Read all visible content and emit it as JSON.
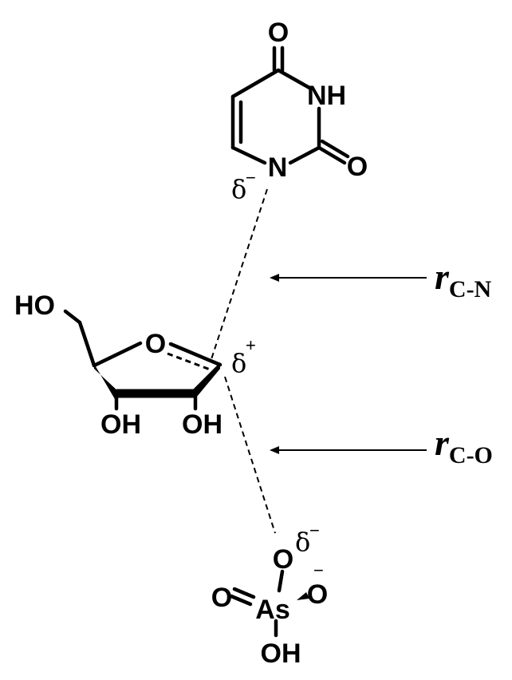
{
  "uracil": {
    "atoms": {
      "o4": "O",
      "nh": "NH",
      "o2": "O",
      "n1": "N"
    },
    "n1_charge": {
      "delta": "δ",
      "sign": "−"
    }
  },
  "ribose": {
    "atoms": {
      "ho": "HO",
      "ring_o": "O",
      "oh_left": "OH",
      "oh_right": "OH"
    },
    "c1_charge": {
      "delta": "δ",
      "sign": "+"
    }
  },
  "arsenate": {
    "atoms": {
      "o_top": "O",
      "as": "As",
      "o_left": "O",
      "o_right": "O",
      "oh": "OH"
    },
    "o_top_charge": {
      "delta": "δ",
      "sign": "−"
    },
    "o_right_sign": "−"
  },
  "labels": {
    "r_cn": {
      "symbol": "r",
      "subscript": "C-N"
    },
    "r_co": {
      "symbol": "r",
      "subscript": "C-O"
    }
  }
}
